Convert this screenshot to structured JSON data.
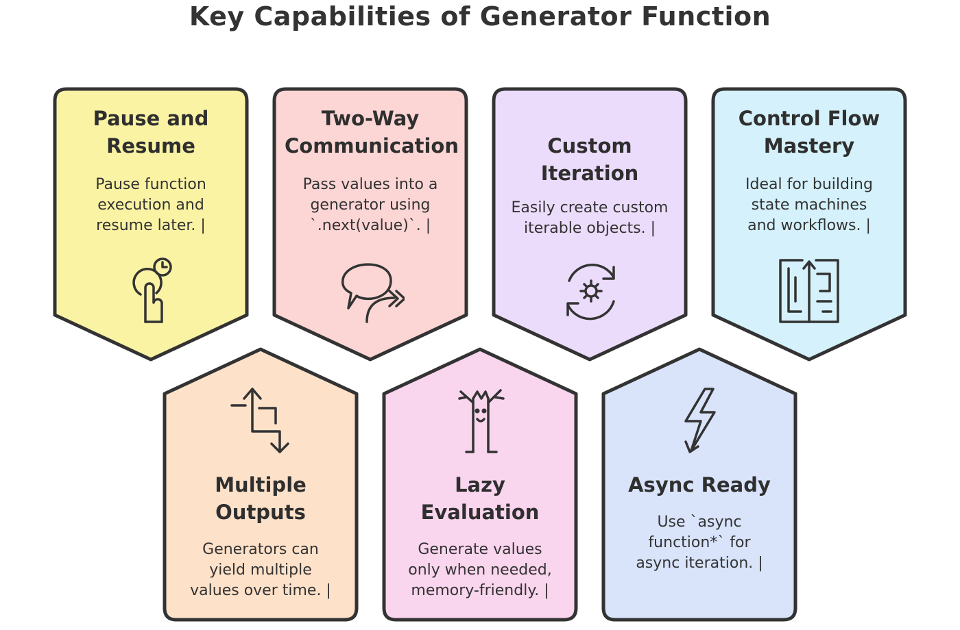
{
  "title": "Key Capabilities of Generator Function",
  "cards": [
    {
      "title": "Pause and\nResume",
      "desc": "Pause function\nexecution and\nresume later. |",
      "icon": "hand-touch-clock-icon",
      "fill": "#fbf3a4"
    },
    {
      "title": "Two-Way\nCommunication",
      "desc": "Pass values into a\ngenerator using\n`.next(value)`. |",
      "icon": "speech-bubble-arrows-icon",
      "fill": "#fcd6d5"
    },
    {
      "title": "Custom\nIteration",
      "desc": "Easily create custom\niterable objects. |",
      "icon": "cycle-gear-icon",
      "fill": "#ecdcfb"
    },
    {
      "title": "Control Flow\nMastery",
      "desc": "Ideal for building\nstate machines\nand workflows. |",
      "icon": "maze-icon",
      "fill": "#d5f1fb"
    },
    {
      "title": "Multiple\nOutputs",
      "desc": "Generators can\nyield multiple\nvalues over time. |",
      "icon": "split-arrows-icon",
      "fill": "#fde1c9"
    },
    {
      "title": "Lazy\nEvaluation",
      "desc": "Generate values\nonly when needed,\nmemory-friendly. |",
      "icon": "lazy-tree-icon",
      "fill": "#fad5ee"
    },
    {
      "title": "Async Ready",
      "desc": "Use `async\nfunction*` for\nasync iteration. |",
      "icon": "lightning-bolt-icon",
      "fill": "#d9e4fb"
    }
  ]
}
